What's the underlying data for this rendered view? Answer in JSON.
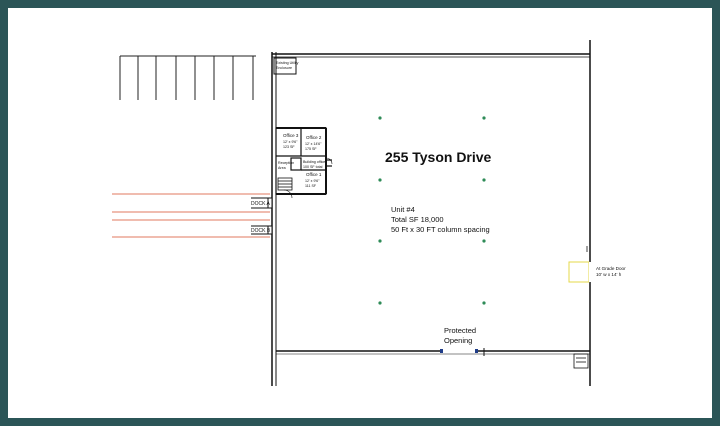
{
  "plan": {
    "title": "255 Tyson Drive",
    "unit": "Unit #4",
    "total_sf": "Total SF 18,000",
    "spacing": "50 Ft x 30 FT column spacing",
    "protected_1": "Protected",
    "protected_2": "Opening",
    "dock_a": "DOCK A",
    "dock_b": "DOCK B",
    "grade_door_1": "At Grade Door",
    "grade_door_2": "10' w x 14' h",
    "existing_1": "Existing Utility",
    "existing_2": "Enclosure",
    "office_3_name": "Office 3",
    "office_3_dim": "12' x 9'6\"",
    "office_3_area": "123 SF",
    "office_2_name": "Office 2",
    "office_2_dim": "12' x 14'6\"",
    "office_2_area": "175 SF",
    "office_1_name": "Office 1",
    "office_1_dim": "12' x 9'6\"",
    "office_1_area": "111 SF",
    "reception_1": "Reception",
    "reception_2": "Area",
    "bldg_office_1": "Building office",
    "bldg_office_2": "100 SF total"
  },
  "colors": {
    "border": "#2b5557",
    "wall": "#111111",
    "column_dot": "#2e8b57",
    "dock_line": "#e07a5f",
    "door_box": "#e6d84a"
  }
}
